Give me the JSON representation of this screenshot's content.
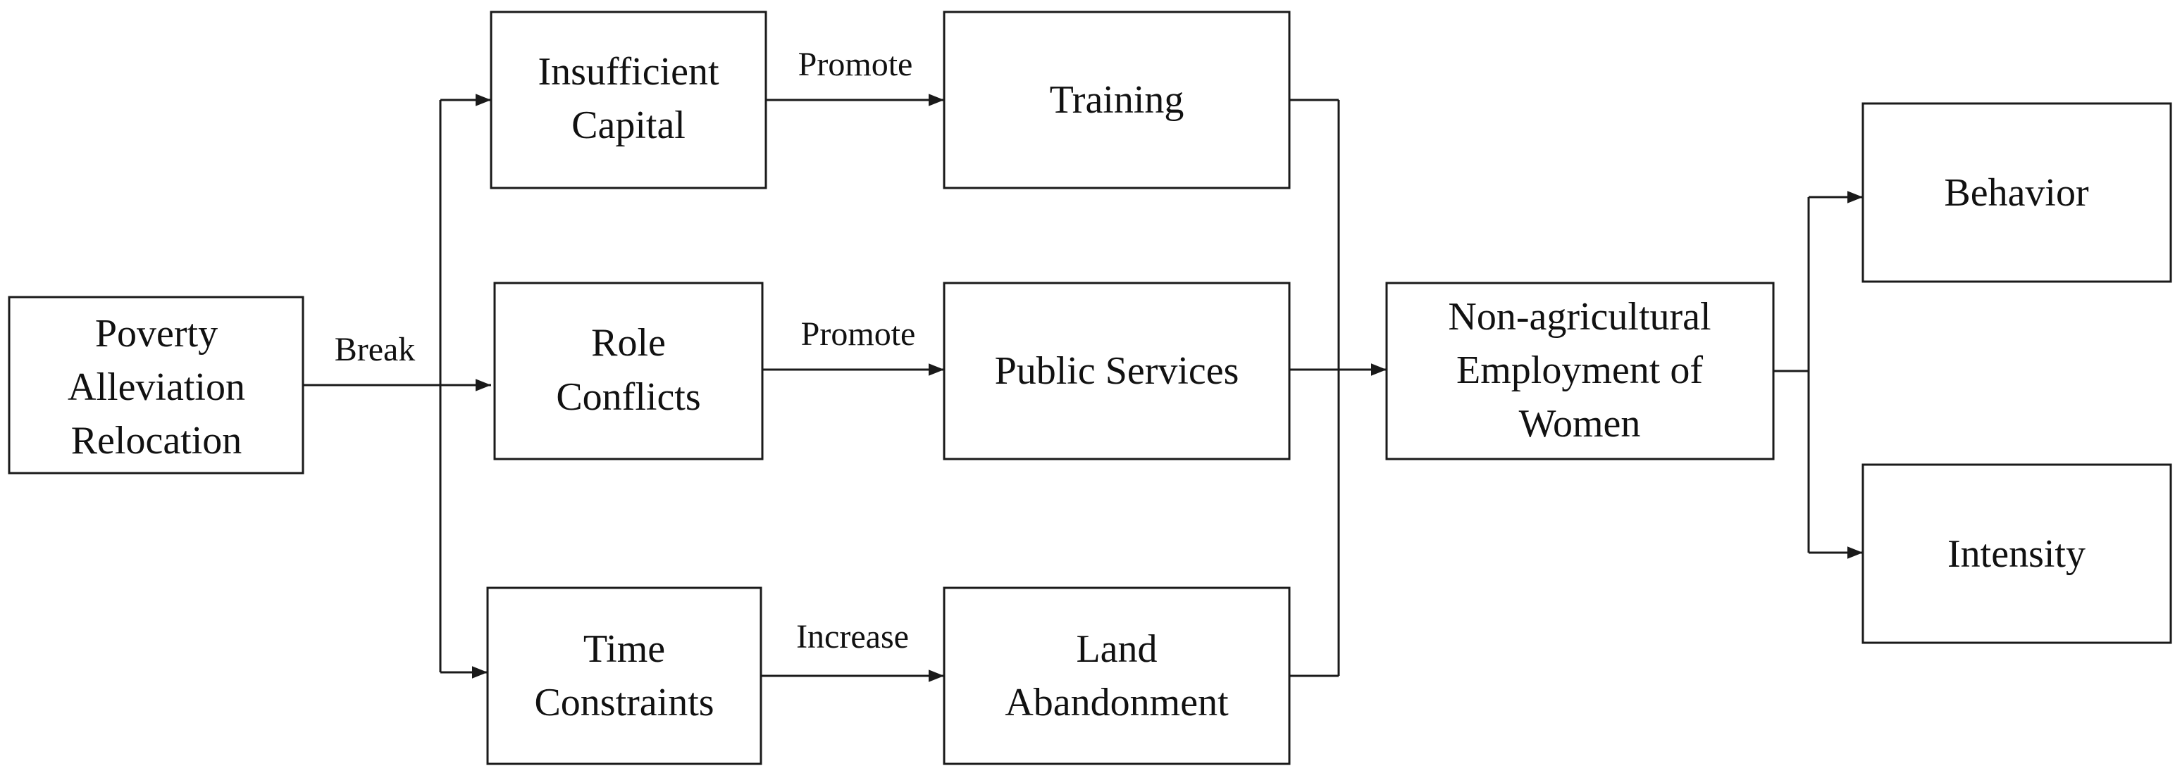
{
  "nodes": {
    "poverty": [
      "Poverty",
      "Alleviation",
      "Relocation"
    ],
    "capital": [
      "Insufficient",
      "Capital"
    ],
    "role": [
      "Role",
      "Conflicts"
    ],
    "time": [
      "Time",
      "Constraints"
    ],
    "training": [
      "Training"
    ],
    "public": [
      "Public Services"
    ],
    "land": [
      "Land",
      "Abandonment"
    ],
    "employment": [
      "Non-agricultural",
      "Employment of",
      "Women"
    ],
    "behavior": [
      "Behavior"
    ],
    "intensity": [
      "Intensity"
    ]
  },
  "edges": {
    "break": "Break",
    "promote_training": "Promote",
    "promote_public": "Promote",
    "increase": "Increase"
  }
}
